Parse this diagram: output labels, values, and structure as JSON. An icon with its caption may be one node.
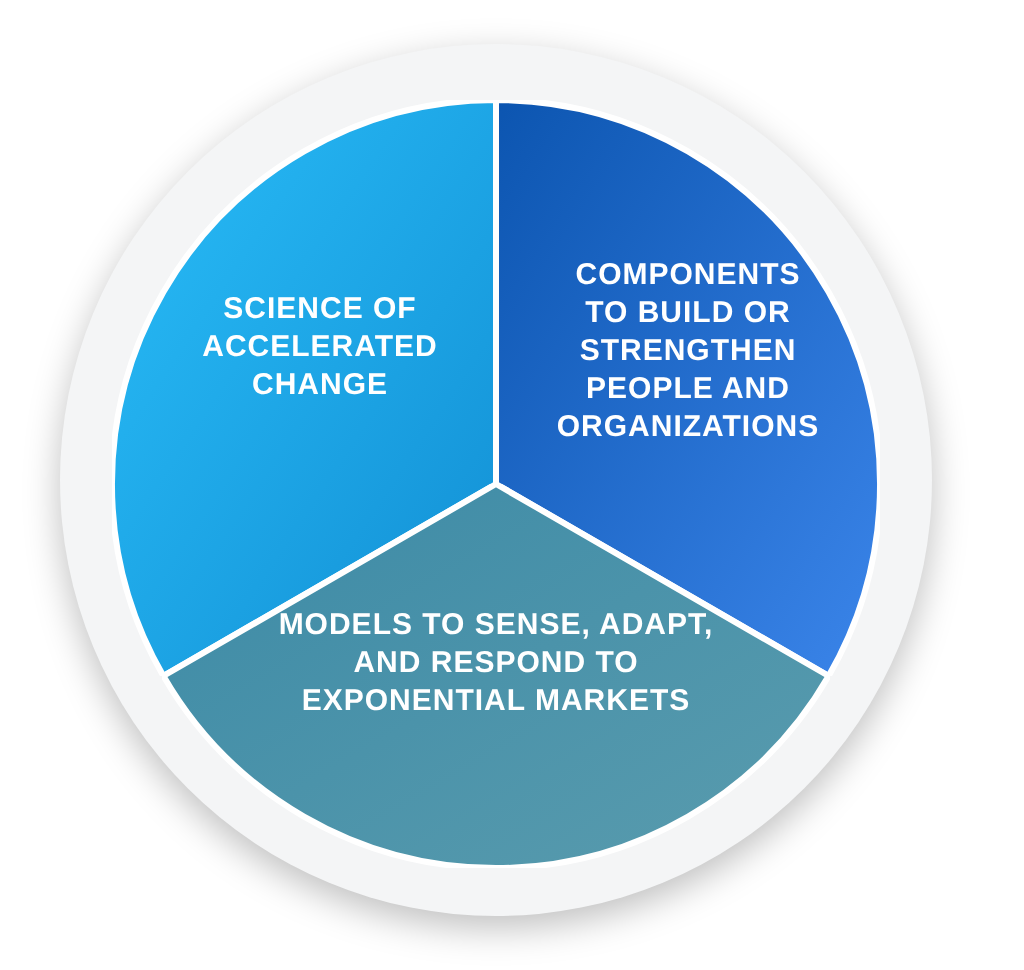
{
  "diagram": {
    "nodes": [
      {
        "text": [
          "SCIENCE OF ACCELERATED CHANGE"
        ]
      },
      {
        "text": [
          "COMPONENTS TO BUILD OR STRENGTHEN PEOPLE AND ORGANIZATIONS"
        ]
      },
      {
        "text": [
          "MODELS TO SENSE, ADAPT, AND RESPOND TO EXPONENTIAL MARKETS"
        ]
      }
    ]
  }
}
